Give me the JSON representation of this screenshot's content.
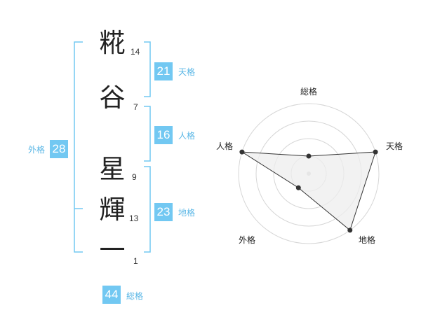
{
  "name_chars": [
    {
      "char": "糀",
      "strokes": "14"
    },
    {
      "char": "谷",
      "strokes": "7"
    },
    {
      "char": "星",
      "strokes": "9"
    },
    {
      "char": "輝",
      "strokes": "13"
    },
    {
      "char": "一",
      "strokes": "1"
    }
  ],
  "kaku": {
    "ten": {
      "value": "21",
      "label": "天格"
    },
    "jin": {
      "value": "16",
      "label": "人格"
    },
    "chi": {
      "value": "23",
      "label": "地格"
    },
    "gai": {
      "value": "28",
      "label": "外格"
    },
    "sou": {
      "value": "44",
      "label": "総格"
    }
  },
  "colors": {
    "bracket": "#72c8f2",
    "badge": "#72c8f2",
    "radar_fill": "#eeeeee",
    "radar_line": "#333333"
  },
  "chart_data": {
    "type": "radar",
    "axes": [
      "総格",
      "天格",
      "地格",
      "外格",
      "人格"
    ],
    "values": [
      1,
      4,
      4,
      1,
      4
    ],
    "range": [
      0,
      4
    ],
    "rings": 4
  }
}
